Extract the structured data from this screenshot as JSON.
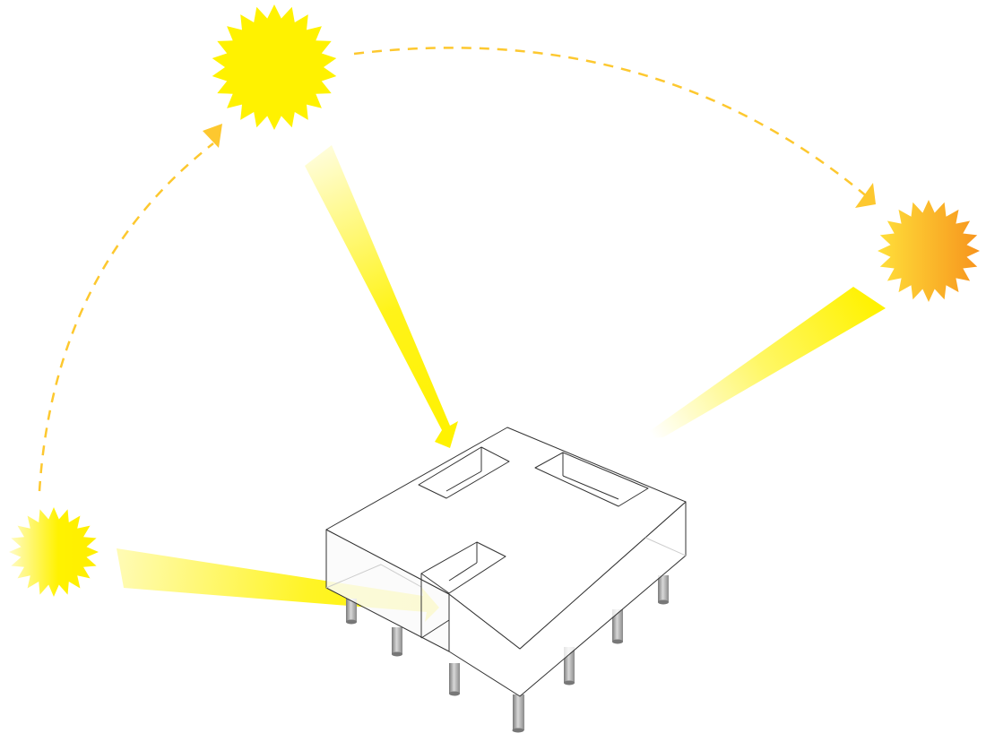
{
  "diagram": {
    "subject": "sun-path-daylight-diagram",
    "suns": [
      {
        "name": "morning-sun",
        "color_core": "#FFF200",
        "color_edge": "#FFF9B0"
      },
      {
        "name": "noon-sun",
        "color_core": "#FFF200",
        "color_edge": "#FFF200"
      },
      {
        "name": "evening-sun",
        "color_core": "#F7941D",
        "color_edge": "#FFD23F"
      }
    ],
    "colors": {
      "sun_path": "#FDC82F",
      "light_beam": "#FFF200",
      "building_line": "#333333",
      "building_fill": "#FFFFFF",
      "column": "#9A9A9A",
      "background": "#FFFFFF"
    },
    "icons": [
      "sun-icon",
      "light-ray-arrow",
      "building-volume",
      "support-column"
    ]
  }
}
